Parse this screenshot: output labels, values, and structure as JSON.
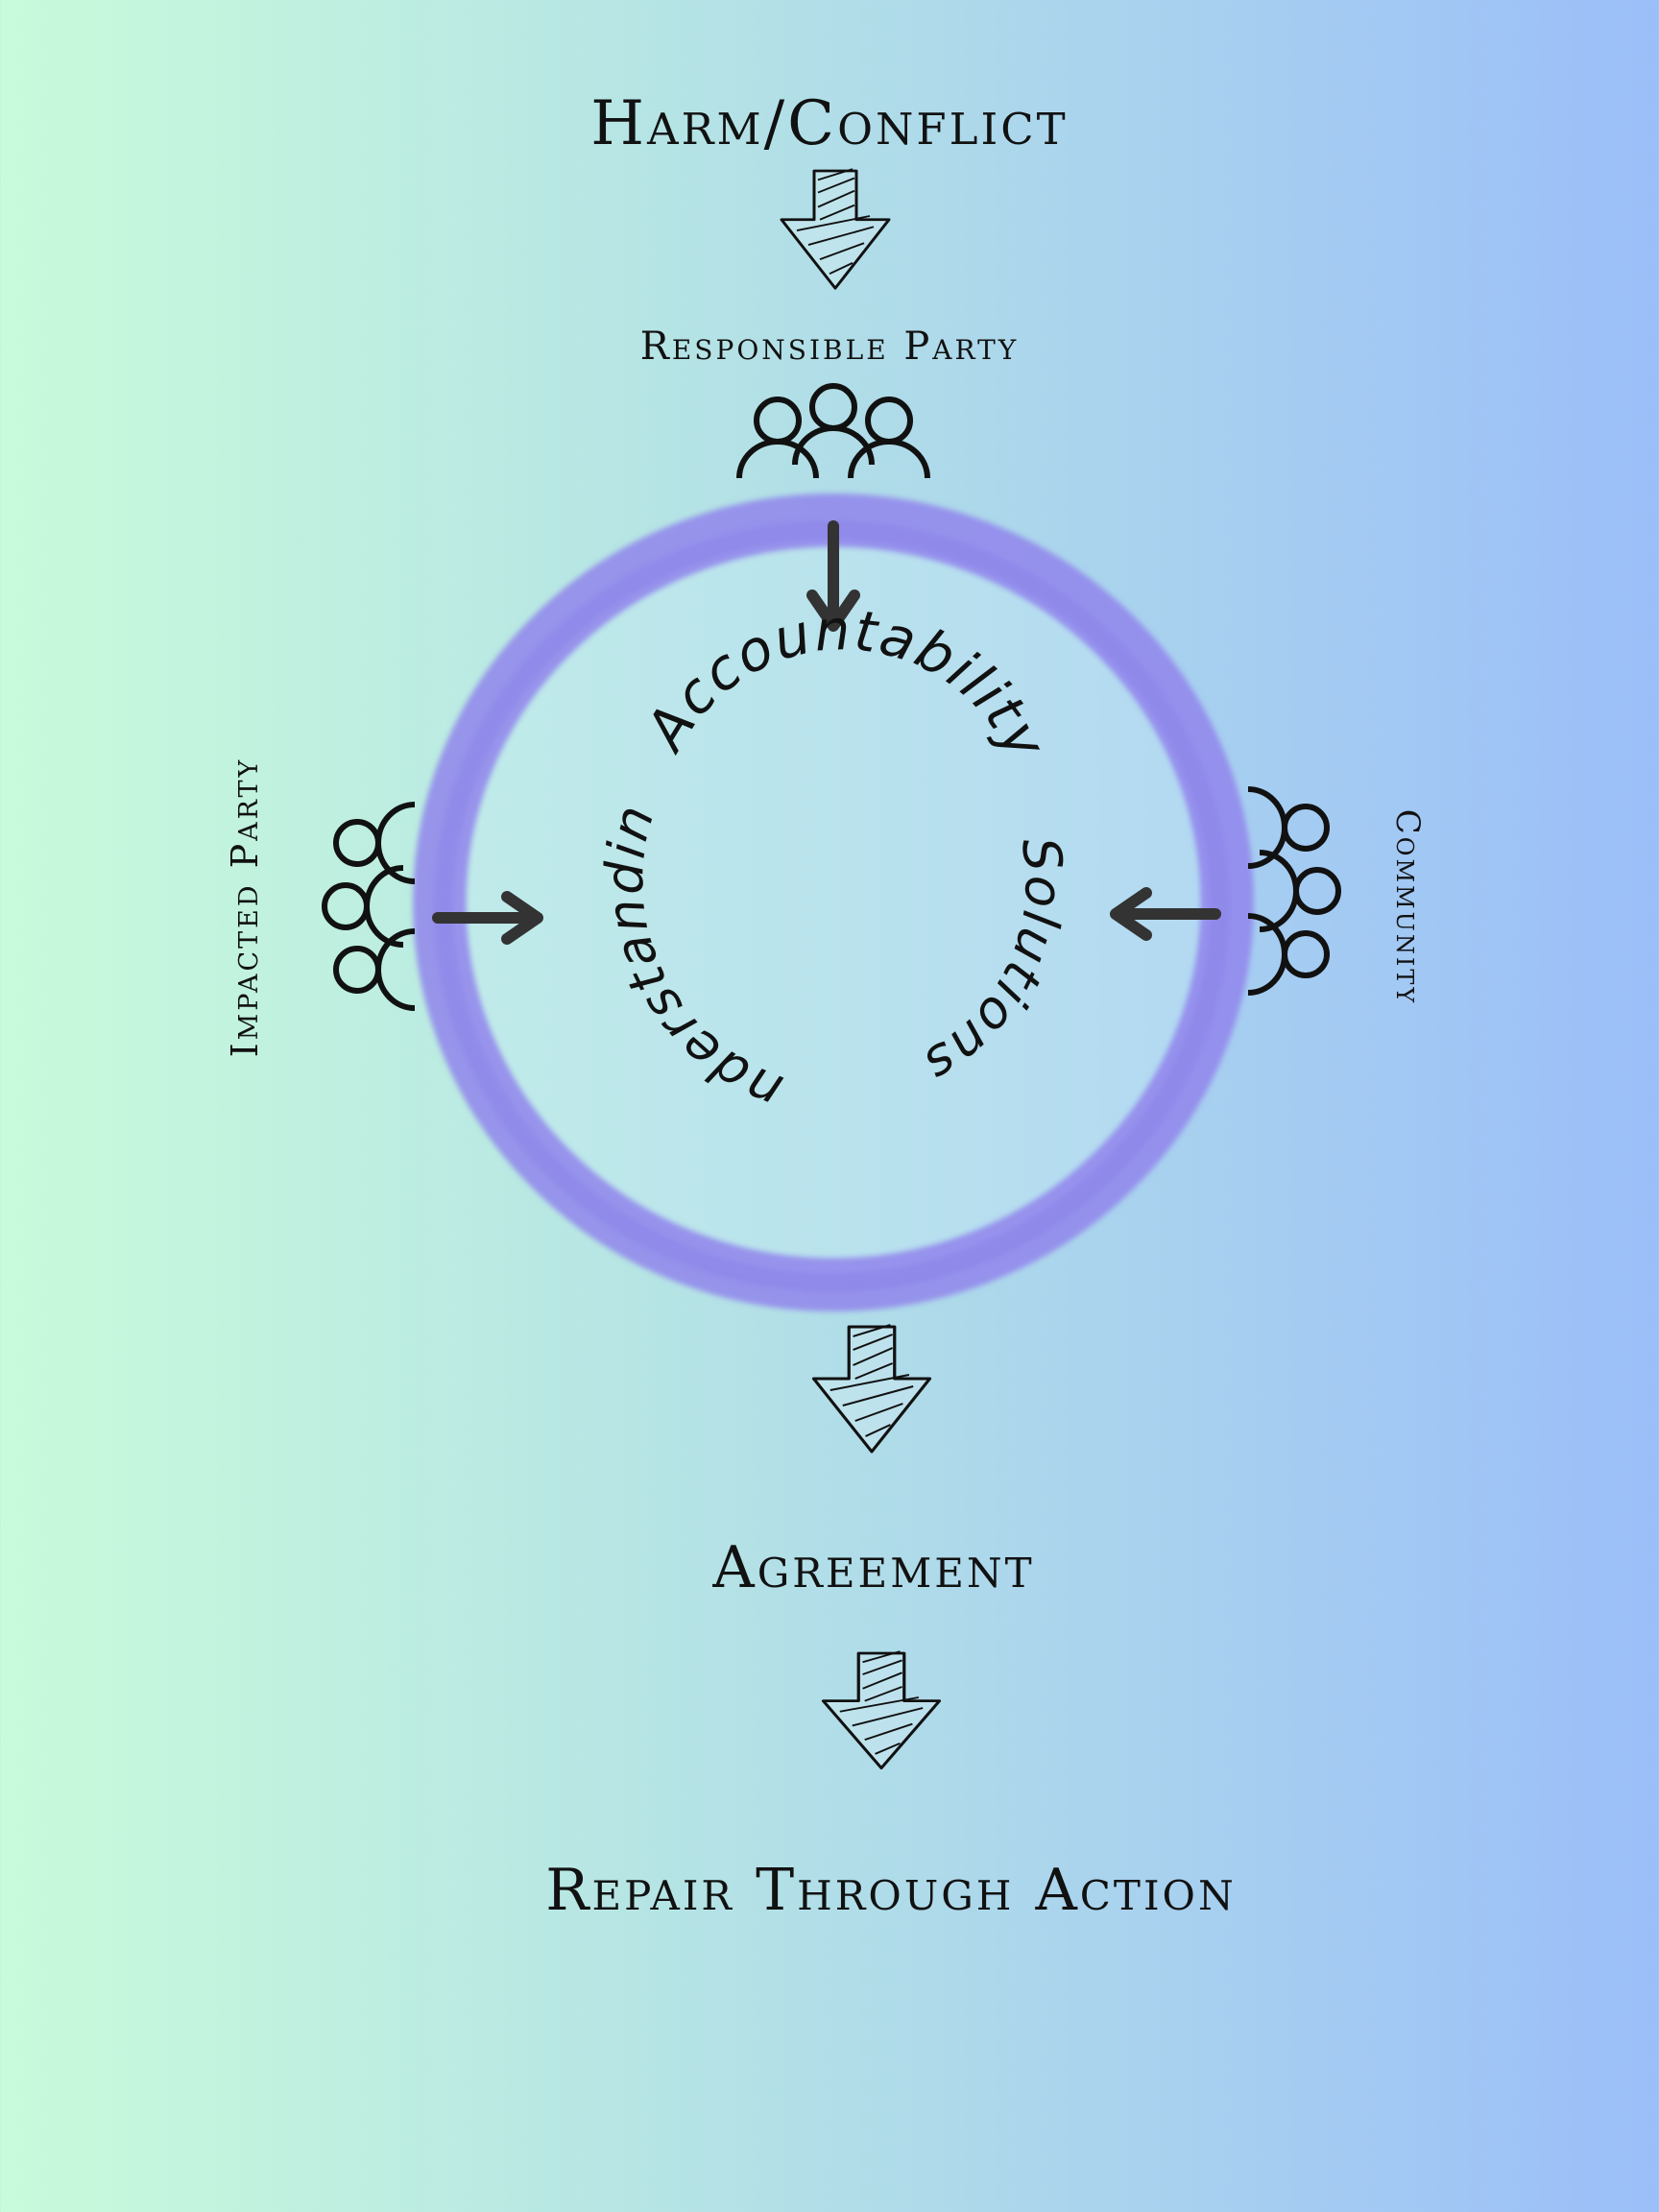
{
  "diagram": {
    "title": "Harm/Conflict",
    "responsible_party": "Responsible Party",
    "impacted_party": "Impacted Party",
    "community": "Community",
    "circle": {
      "top_label": "Accountability",
      "left_label": "Understanding",
      "right_label": "Solutions",
      "color": "#8c84ea"
    },
    "agreement": "Agreement",
    "outcome": "Repair Through Action"
  },
  "icons": {
    "people": "people-group-icon",
    "flow_arrow": "hatched-down-arrow-icon",
    "pointer": "marker-arrow-icon"
  }
}
